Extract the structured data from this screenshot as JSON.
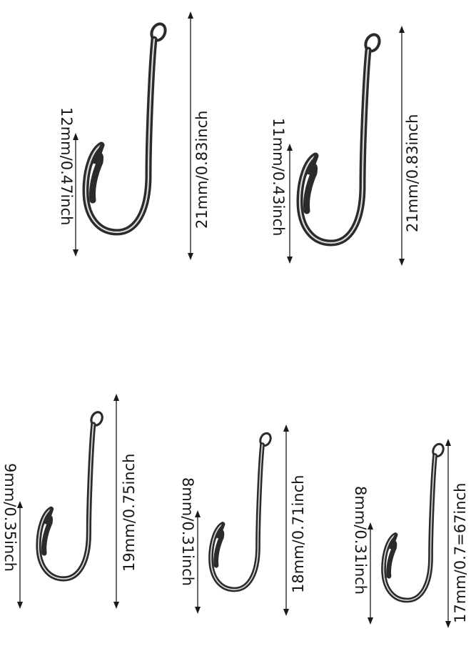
{
  "hooks": [
    {
      "id": "hook-1",
      "height_label": "21mm/0.83inch",
      "gap_label": "12mm/0.47inch"
    },
    {
      "id": "hook-2",
      "height_label": "21mm/0.83inch",
      "gap_label": "11mm/0.43inch"
    },
    {
      "id": "hook-3",
      "height_label": "19mm/0.75inch",
      "gap_label": "9mm/0.35inch"
    },
    {
      "id": "hook-4",
      "height_label": "18mm/0.71inch",
      "gap_label": "8mm/0.31inch"
    },
    {
      "id": "hook-5",
      "height_label": "17mm/0.7=67inch",
      "gap_label": "8mm/0.31inch"
    }
  ],
  "colors": {
    "background": "#ffffff",
    "metal_dark": "#2b2b2b",
    "metal_light": "#c9c9c9",
    "text": "#161616"
  }
}
